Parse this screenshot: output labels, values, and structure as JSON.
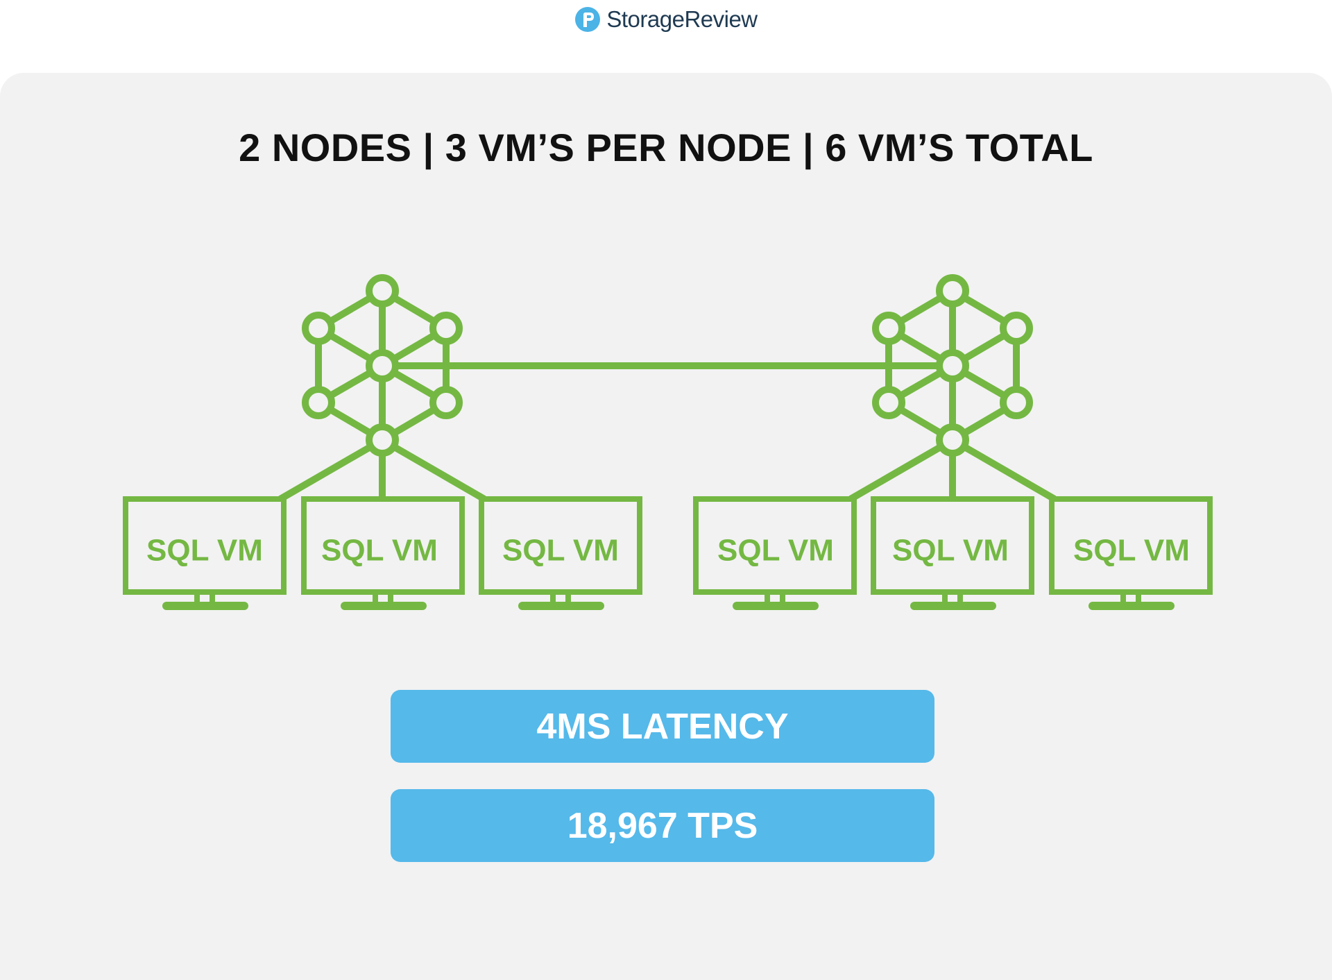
{
  "brand": {
    "name": "StorageReview",
    "text_color": "#1f3a52",
    "icon_color": "#4bb3e6"
  },
  "title": "2 NODES  |  3 VM’S PER NODE | 6 VM’S TOTAL",
  "colors": {
    "panel": "#f2f2f2",
    "accent_green": "#74b843",
    "stat_blue": "#55b9ea"
  },
  "nodes": [
    {
      "icon": "cluster-node-icon",
      "vms": [
        {
          "label": "SQL VM",
          "icon": "monitor-icon"
        },
        {
          "label": "SQL VM",
          "icon": "monitor-icon"
        },
        {
          "label": "SQL VM",
          "icon": "monitor-icon"
        }
      ]
    },
    {
      "icon": "cluster-node-icon",
      "vms": [
        {
          "label": "SQL VM",
          "icon": "monitor-icon"
        },
        {
          "label": "SQL VM",
          "icon": "monitor-icon"
        },
        {
          "label": "SQL VM",
          "icon": "monitor-icon"
        }
      ]
    }
  ],
  "stats": {
    "latency": "4MS LATENCY",
    "throughput": "18,967 TPS"
  }
}
